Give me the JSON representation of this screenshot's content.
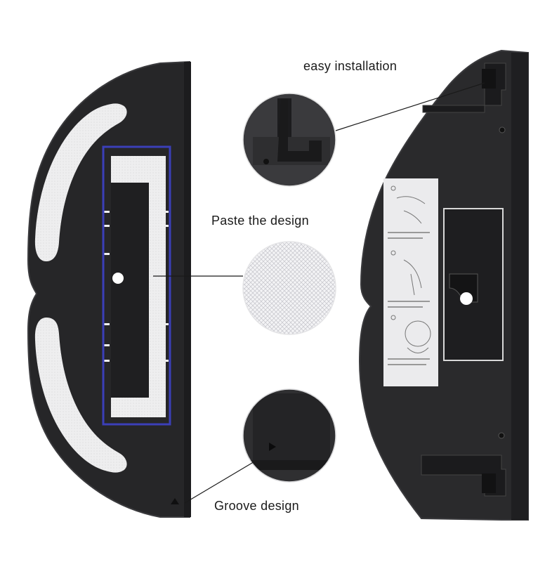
{
  "captions": {
    "easy_installation": "easy installation",
    "paste_the_design": "Paste the design",
    "groove_design": "Groove design"
  },
  "colors": {
    "plastic": "#262628",
    "plastic_edge": "#3a3a3d",
    "velcro": "#ededee",
    "highlight_frame": "#3b3fb8",
    "background": "#ffffff"
  }
}
